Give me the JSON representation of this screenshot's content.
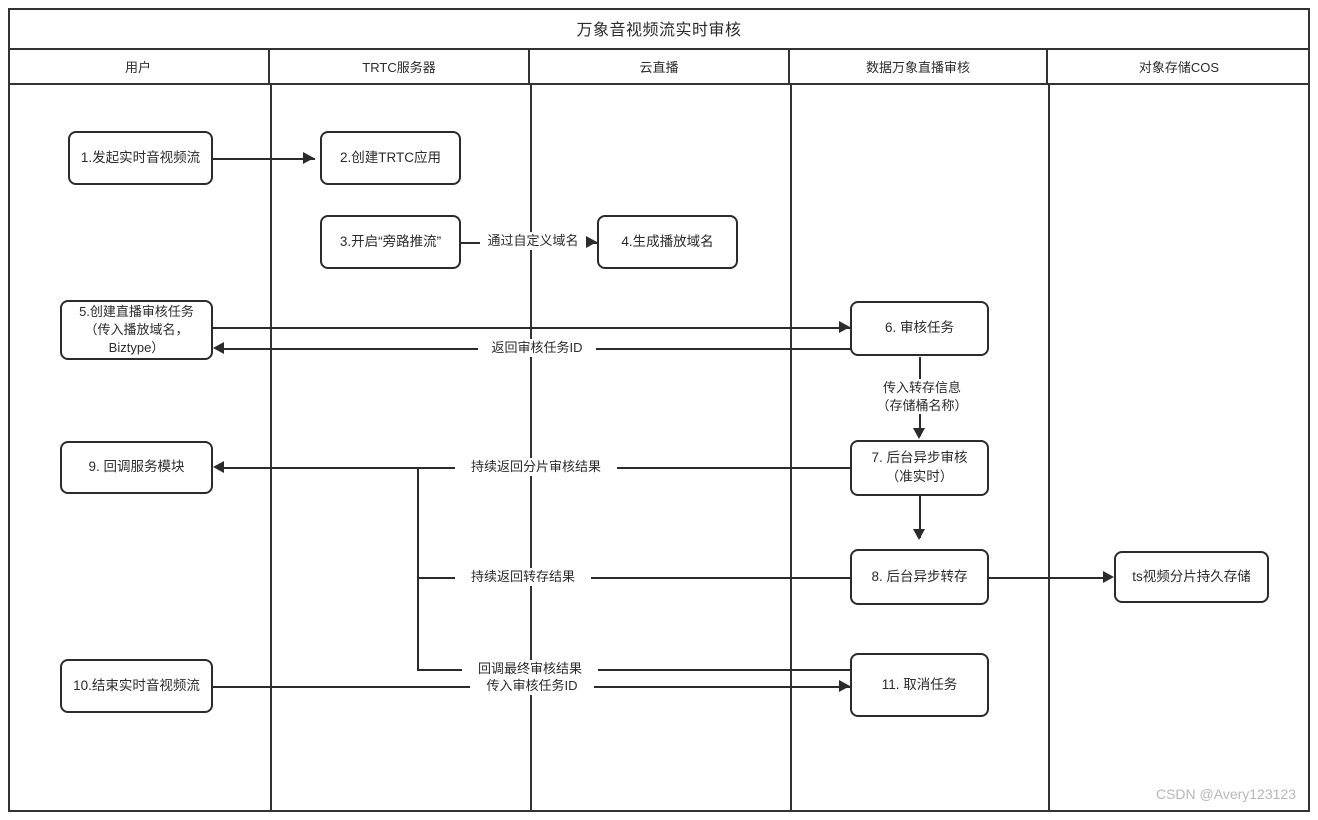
{
  "diagram": {
    "title": "万象音视频流实时审核",
    "watermark": "CSDN @Avery123123",
    "lanes": [
      {
        "id": "user",
        "label": "用户"
      },
      {
        "id": "trtc",
        "label": "TRTC服务器"
      },
      {
        "id": "live",
        "label": "云直播"
      },
      {
        "id": "ci",
        "label": "数据万象直播审核"
      },
      {
        "id": "cos",
        "label": "对象存储COS"
      }
    ],
    "nodes": [
      {
        "id": "n1",
        "lane": "user",
        "label": "1.发起实时音视频流"
      },
      {
        "id": "n2",
        "lane": "trtc",
        "label": "2.创建TRTC应用"
      },
      {
        "id": "n3",
        "lane": "trtc",
        "label": "3.开启“旁路推流”"
      },
      {
        "id": "n4",
        "lane": "live",
        "label": "4.生成播放域名"
      },
      {
        "id": "n5",
        "lane": "user",
        "label": "5.创建直播审核任务\n（传入播放域名，\nBiztype）"
      },
      {
        "id": "n6",
        "lane": "ci",
        "label": "6. 审核任务"
      },
      {
        "id": "n7",
        "lane": "ci",
        "label": "7. 后台异步审核\n（准实时）"
      },
      {
        "id": "n8",
        "lane": "ci",
        "label": "8. 后台异步转存"
      },
      {
        "id": "n9",
        "lane": "user",
        "label": "9. 回调服务模块"
      },
      {
        "id": "n10",
        "lane": "user",
        "label": "10.结束实时音视频流"
      },
      {
        "id": "n11",
        "lane": "ci",
        "label": "11. 取消任务"
      },
      {
        "id": "n12",
        "lane": "cos",
        "label": "ts视频分片持久存储"
      }
    ],
    "edges": [
      {
        "id": "e1",
        "from": "n1",
        "to": "n2",
        "label": ""
      },
      {
        "id": "e2",
        "from": "n3",
        "to": "n4",
        "label": "通过自定义域名"
      },
      {
        "id": "e3",
        "from": "n5",
        "to": "n6",
        "label": ""
      },
      {
        "id": "e4",
        "from": "n6",
        "to": "n5",
        "label": "返回审核任务ID"
      },
      {
        "id": "e5",
        "from": "n6",
        "to": "n7",
        "label": "传入转存信息\n（存储桶名称）"
      },
      {
        "id": "e6",
        "from": "n7",
        "to": "n9",
        "label": "持续返回分片审核结果"
      },
      {
        "id": "e7",
        "from": "n7",
        "to": "n8",
        "label": ""
      },
      {
        "id": "e8",
        "from": "n8",
        "to": "n9",
        "label": "持续返回转存结果"
      },
      {
        "id": "e9",
        "from": "n8",
        "to": "n12",
        "label": ""
      },
      {
        "id": "e10",
        "from": "n11",
        "to": "n9",
        "label": "回调最终审核结果"
      },
      {
        "id": "e11",
        "from": "n10",
        "to": "n11",
        "label": "传入审核任务ID"
      }
    ]
  }
}
